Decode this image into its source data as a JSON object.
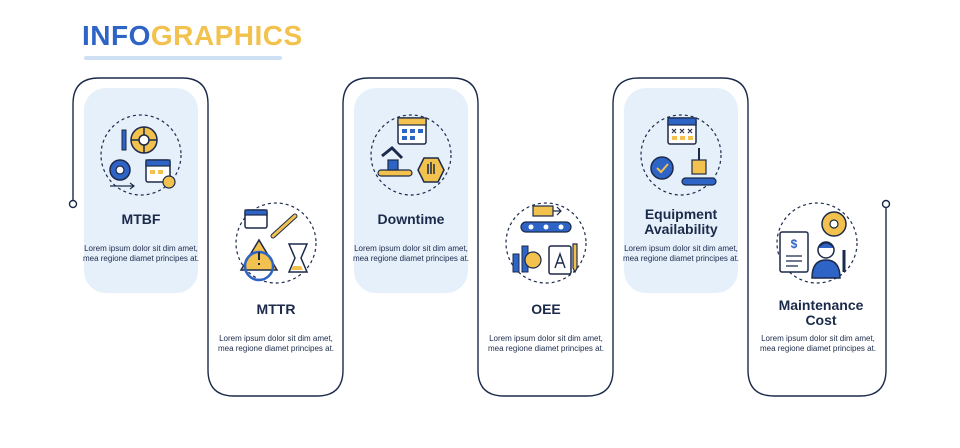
{
  "title": {
    "part1": "INFO",
    "part2": "GRAPHICS"
  },
  "colors": {
    "navy": "#1b2a4a",
    "blue": "#2f64c7",
    "yellow": "#f2c14e",
    "panel": "#e6f0fb"
  },
  "steps": [
    {
      "label": "MTBF",
      "icon": "maintenance-schedule-icon",
      "desc": "Lorem ipsum dolor sit dim amet, mea regione diamet principes at."
    },
    {
      "label": "MTTR",
      "icon": "repair-time-icon",
      "desc": "Lorem ipsum dolor sit dim amet, mea regione diamet principes at."
    },
    {
      "label": "Downtime",
      "icon": "production-stop-icon",
      "desc": "Lorem ipsum dolor sit dim amet, mea regione diamet principes at."
    },
    {
      "label": "OEE",
      "icon": "equipment-effectiveness-icon",
      "desc": "Lorem ipsum dolor sit dim amet, mea regione diamet principes at."
    },
    {
      "label": "Equipment Availability",
      "icon": "equipment-availability-icon",
      "desc": "Lorem ipsum dolor sit dim amet, mea regione diamet principes at."
    },
    {
      "label": "Maintenance Cost",
      "icon": "maintenance-cost-icon",
      "desc": "Lorem ipsum dolor sit dim amet, mea regione diamet principes at."
    }
  ]
}
